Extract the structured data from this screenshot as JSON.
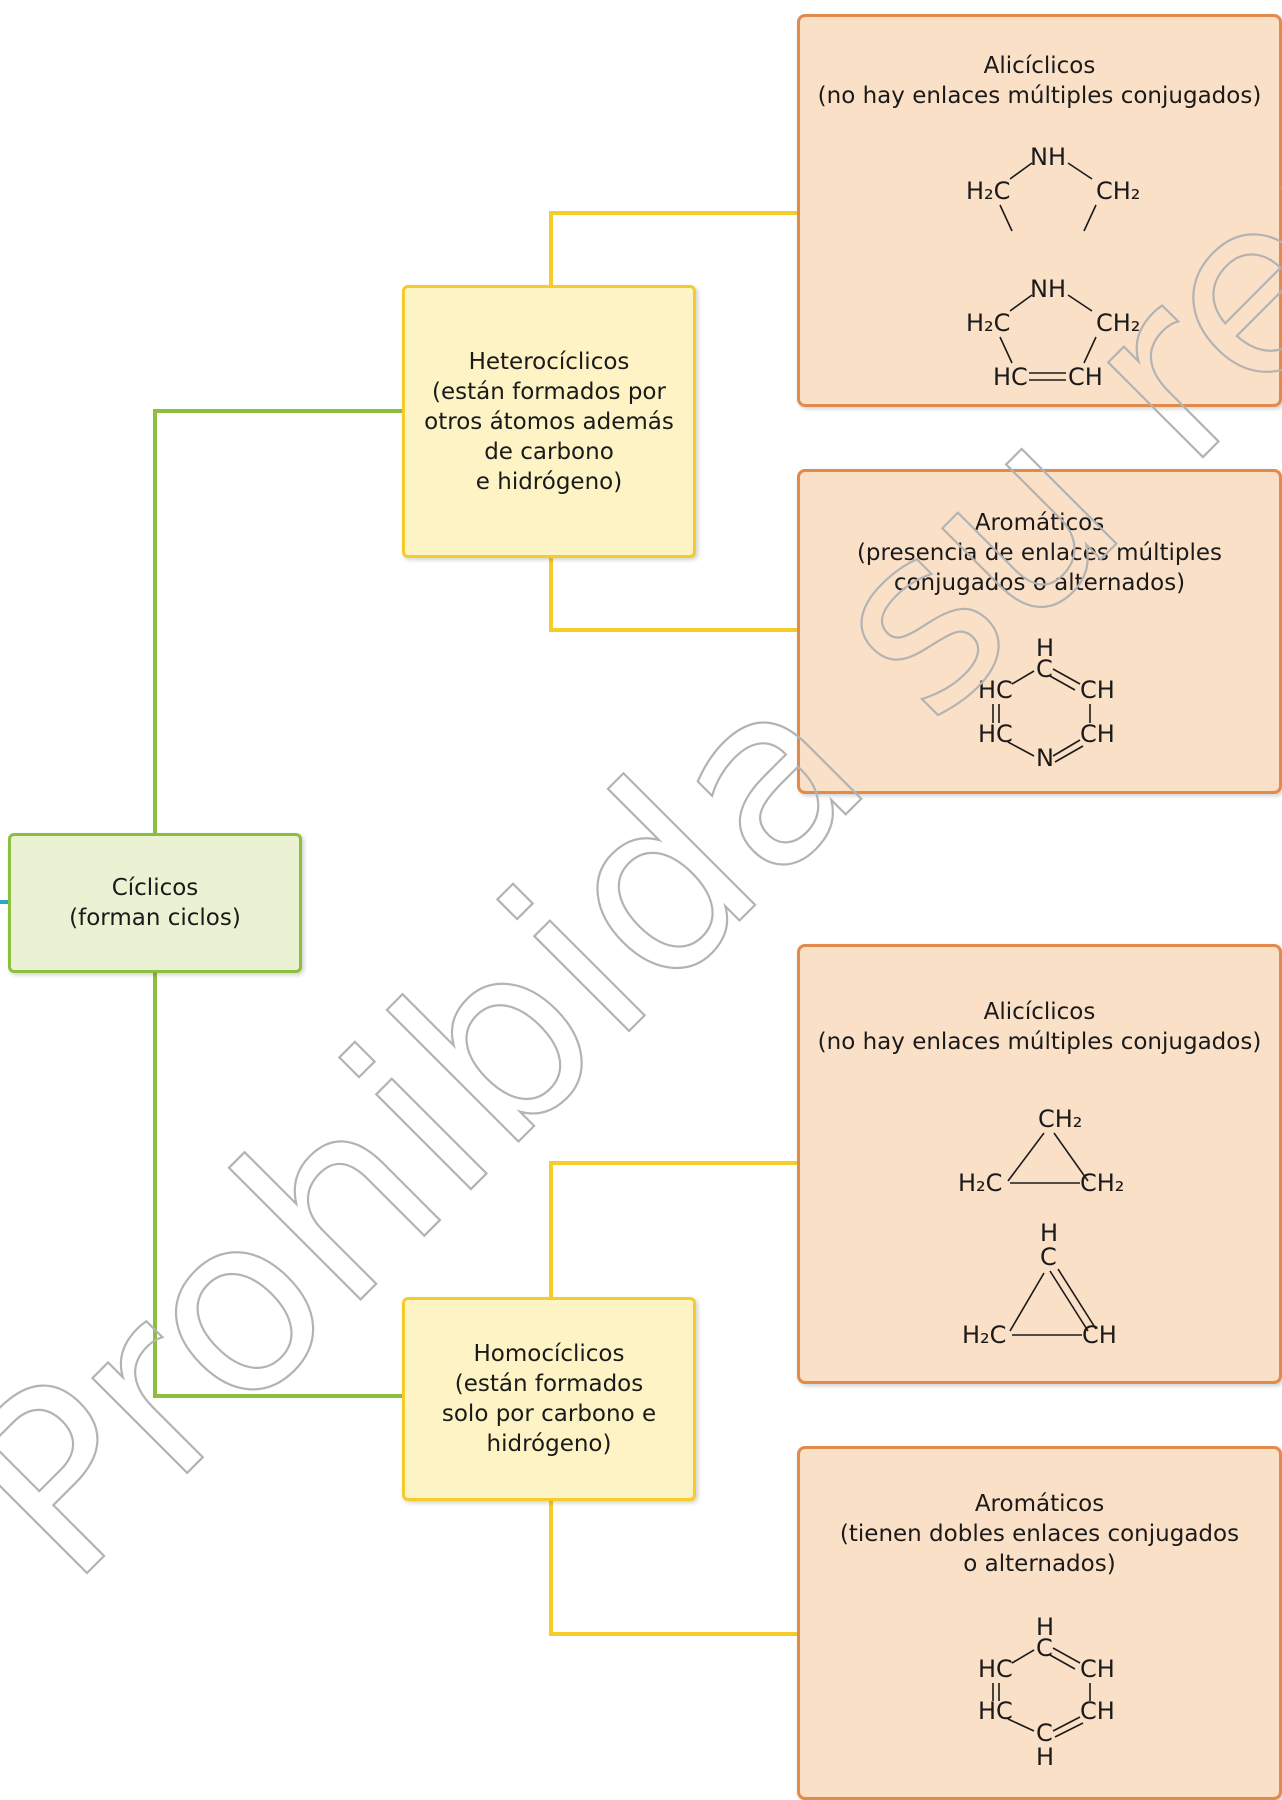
{
  "colors": {
    "green": "#8dbf3e",
    "yellow": "#f5cc2a",
    "orange": "#e08a4c",
    "teal": "#2aa6d6"
  },
  "root": {
    "title": "Cíclicos",
    "subtitle": "(forman ciclos)"
  },
  "heterociclicos": {
    "title": "Heterocíclicos",
    "desc": [
      "(están formados por",
      "otros átomos además",
      "de carbono",
      "e hidrógeno)"
    ]
  },
  "homociclicos": {
    "title": "Homocíclicos",
    "desc": [
      "(están formados",
      "solo por carbono e",
      "hidrógeno)"
    ]
  },
  "hetero_aliciclicos": {
    "title": "Alicíclicos",
    "desc": [
      "(no hay enlaces múltiples conjugados)"
    ]
  },
  "hetero_aromaticos": {
    "title": "Aromáticos",
    "desc": [
      "(presencia de enlaces múltiples",
      "conjugados o alternados)"
    ]
  },
  "homo_aliciclicos": {
    "title": "Alicíclicos",
    "desc": [
      "(no hay enlaces múltiples conjugados)"
    ]
  },
  "homo_aromaticos": {
    "title": "Aromáticos",
    "desc": [
      "(tienen dobles enlaces conjugados",
      "o alternados)"
    ]
  },
  "formulas": {
    "nh": "NH",
    "h2c": "H₂C",
    "ch2": "CH₂",
    "hc": "HC",
    "ch": "CH",
    "h": "H",
    "c": "C",
    "n": "N"
  },
  "watermark": "Prohibida su reproducción"
}
